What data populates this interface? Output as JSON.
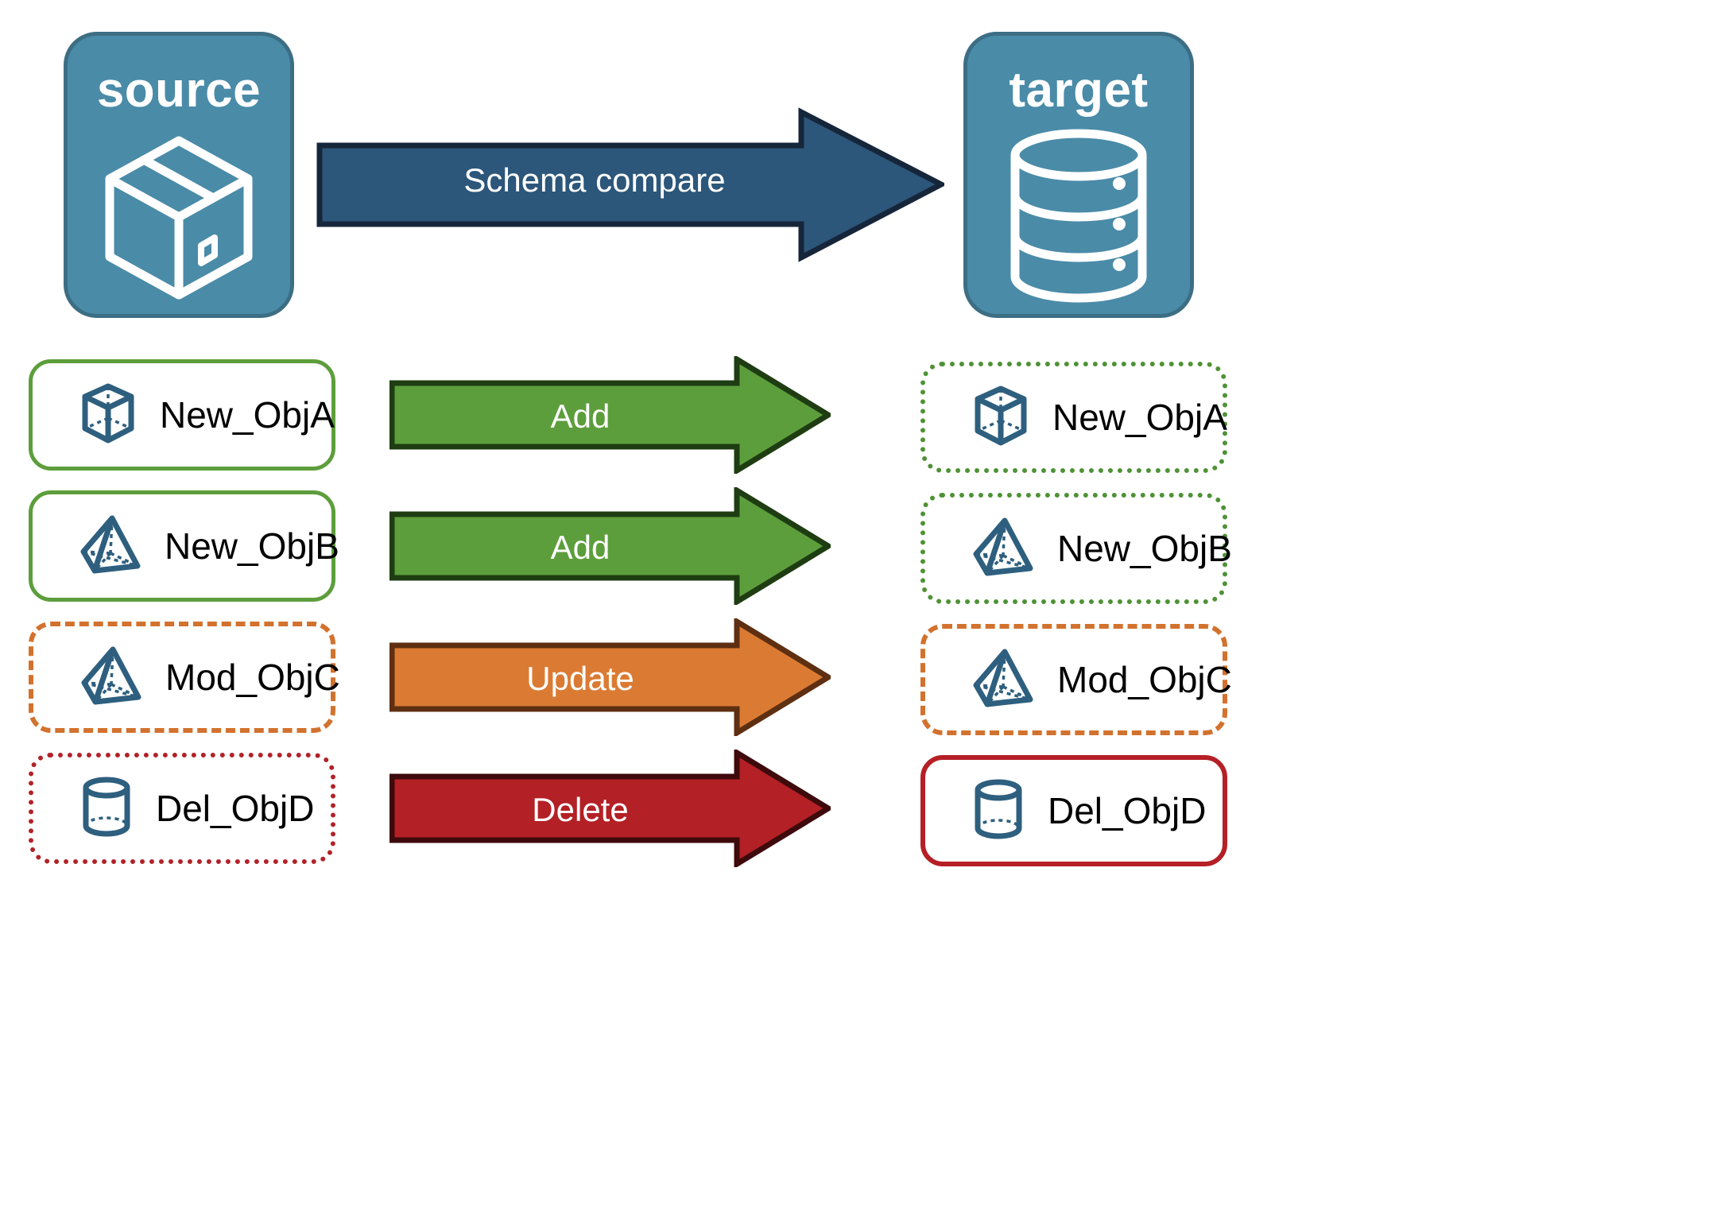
{
  "diagram": {
    "title_source": "source",
    "title_target": "target",
    "compare_label": "Schema compare",
    "endpoints": [
      {
        "id": "source",
        "label": "source",
        "icon": "package-box-icon"
      },
      {
        "id": "target",
        "label": "target",
        "icon": "database-cylinder-icon"
      }
    ],
    "rows": [
      {
        "action": "Add",
        "source_label": "New_ObjA",
        "target_label": "New_ObjA",
        "source_icon": "cube-icon",
        "target_icon": "cube-icon",
        "source_border": "solid-green",
        "target_border": "dotted-green",
        "arrow_color": "#5D9E3C",
        "arrow_outline": "#1E3D12"
      },
      {
        "action": "Add",
        "source_label": "New_ObjB",
        "target_label": "New_ObjB",
        "source_icon": "pyramid-icon",
        "target_icon": "pyramid-icon",
        "source_border": "solid-green",
        "target_border": "dotted-green",
        "arrow_color": "#5D9E3C",
        "arrow_outline": "#1E3D12"
      },
      {
        "action": "Update",
        "source_label": "Mod_ObjC",
        "target_label": "Mod_ObjC",
        "source_icon": "pyramid-icon",
        "target_icon": "pyramid-icon",
        "source_border": "dashed-orange",
        "target_border": "dashed-orange",
        "arrow_color": "#DB7B33",
        "arrow_outline": "#5E2F11"
      },
      {
        "action": "Delete",
        "source_label": "Del_ObjD",
        "target_label": "Del_ObjD",
        "source_icon": "cylinder-icon",
        "target_icon": "cylinder-icon",
        "source_border": "dotted-red",
        "target_border": "solid-red",
        "arrow_color": "#B32025",
        "arrow_outline": "#3E0A0C"
      }
    ],
    "colors": {
      "panel_fill": "#4A8BA8",
      "panel_border": "#3C6E84",
      "compare_arrow_fill": "#2C567A",
      "compare_arrow_outline": "#16263A",
      "green": "#5D9E3C",
      "orange": "#DB7B33",
      "red": "#B32025",
      "icon_blue": "#2E5F7F",
      "background": "#FFFFFF"
    }
  }
}
